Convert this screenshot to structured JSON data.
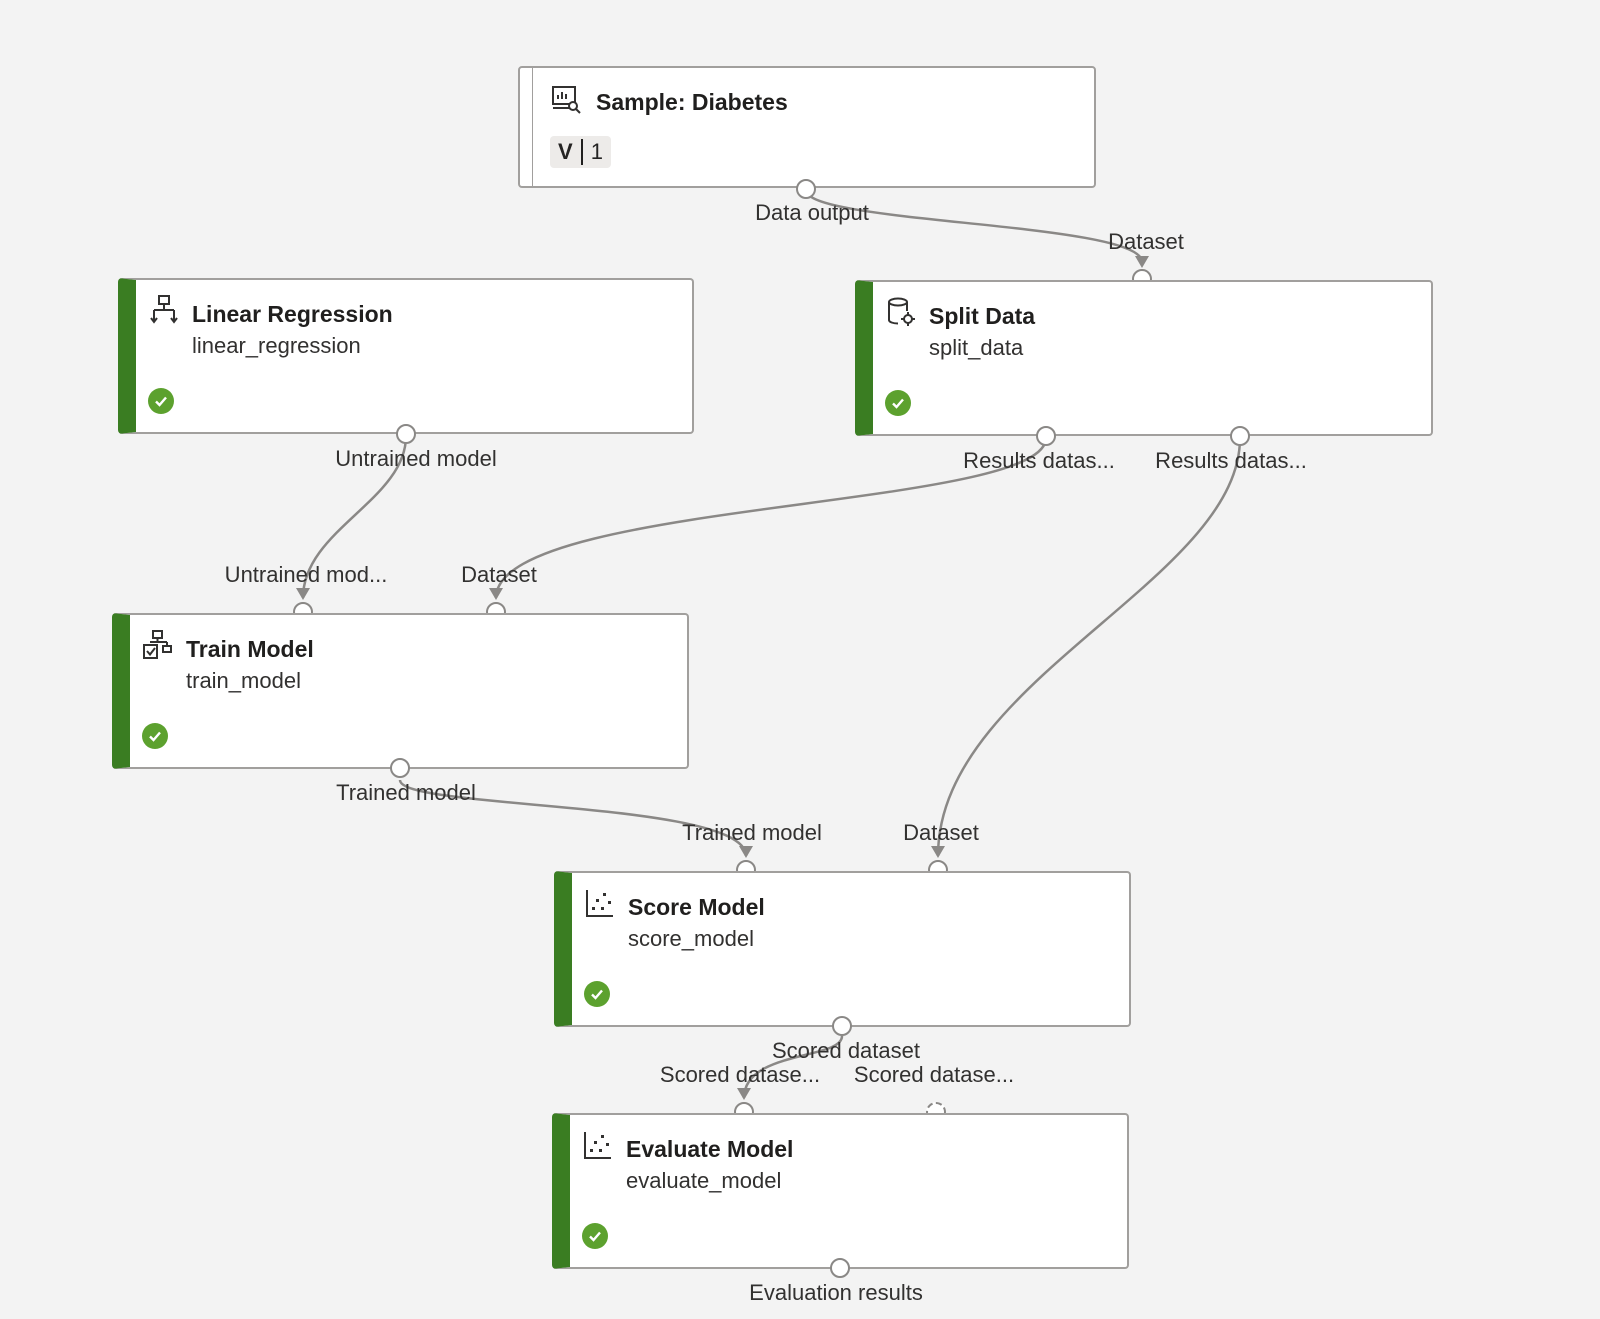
{
  "colors": {
    "canvas_background": "#f3f3f3",
    "node_background": "#ffffff",
    "status_bar_completed": "#3a7d22",
    "status_icon_completed": "#5ca12e",
    "wire": "#8a8886"
  },
  "nodes": {
    "sample_diabetes": {
      "title": "Sample: Diabetes",
      "icon": "dataset-icon",
      "version_letter": "V",
      "version_number": "1",
      "output_label": "Data output"
    },
    "linear_regression": {
      "title": "Linear Regression",
      "subtitle": "linear_regression",
      "icon": "algorithm-tree-icon",
      "status": "completed",
      "output_label": "Untrained model"
    },
    "split_data": {
      "title": "Split Data",
      "subtitle": "split_data",
      "icon": "database-gear-icon",
      "status": "completed",
      "input_label": "Dataset",
      "output_labels": [
        "Results datas...",
        "Results datas..."
      ]
    },
    "train_model": {
      "title": "Train Model",
      "subtitle": "train_model",
      "icon": "train-model-icon",
      "status": "completed",
      "input_labels": [
        "Untrained mod...",
        "Dataset"
      ],
      "output_label": "Trained model"
    },
    "score_model": {
      "title": "Score Model",
      "subtitle": "score_model",
      "icon": "scatter-plot-icon",
      "status": "completed",
      "input_labels": [
        "Trained model",
        "Dataset"
      ],
      "output_label": "Scored dataset"
    },
    "evaluate_model": {
      "title": "Evaluate Model",
      "subtitle": "evaluate_model",
      "icon": "scatter-plot-icon",
      "status": "completed",
      "input_labels": [
        "Scored datase...",
        "Scored datase..."
      ],
      "output_label": "Evaluation results"
    }
  },
  "connections": [
    {
      "from": "sample_diabetes.data_output",
      "to": "split_data.dataset"
    },
    {
      "from": "linear_regression.untrained_model",
      "to": "train_model.untrained_model"
    },
    {
      "from": "split_data.results_dataset_1",
      "to": "train_model.dataset"
    },
    {
      "from": "split_data.results_dataset_2",
      "to": "score_model.dataset"
    },
    {
      "from": "train_model.trained_model",
      "to": "score_model.trained_model"
    },
    {
      "from": "score_model.scored_dataset",
      "to": "evaluate_model.scored_dataset_1"
    }
  ]
}
